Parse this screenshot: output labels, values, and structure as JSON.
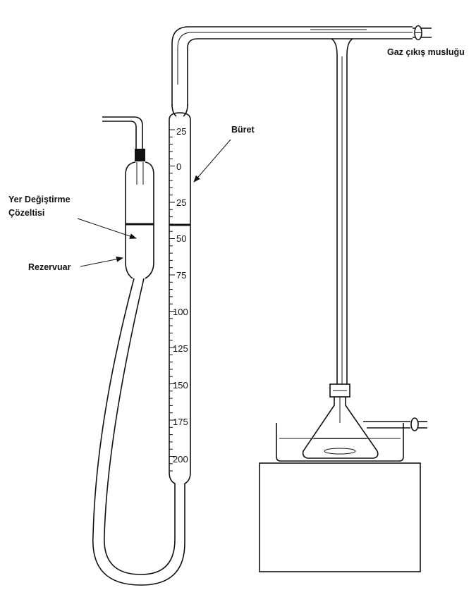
{
  "labels": {
    "burette": "Büret",
    "gas_valve": "Gaz çıkış musluğu",
    "solution_line1": "Yer Değiştirme",
    "solution_line2": "Çözeltisi",
    "reservoir": "Rezervuar"
  },
  "scale": {
    "ticks": [
      "25",
      "0",
      "25",
      "50",
      "75",
      "100",
      "125",
      "150",
      "175",
      "200"
    ]
  }
}
